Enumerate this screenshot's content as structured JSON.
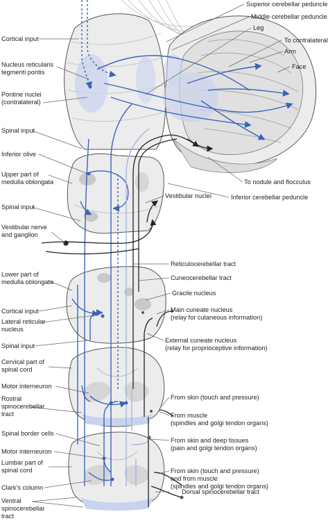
{
  "colors": {
    "tissue": "#ececec",
    "tissue_dark": "#c9c9c9",
    "outline": "#555555",
    "pathway_blue": "#3b63b8",
    "pathway_light": "#9fb3df",
    "pathway_black": "#222222",
    "shade_blue": "#c9d3ee"
  },
  "labels_left": [
    {
      "id": "cortical-input-top",
      "lines": [
        "Cortical input"
      ]
    },
    {
      "id": "nucleus-reticularis",
      "lines": [
        "Nucleus reticularis",
        "tegmenti pontis"
      ]
    },
    {
      "id": "pontine-nuclei",
      "lines": [
        "Pontine nuclei",
        "(contralateral)"
      ]
    },
    {
      "id": "spinal-input-1",
      "lines": [
        "Spinal input"
      ]
    },
    {
      "id": "inferior-olive",
      "lines": [
        "Inferior olive"
      ]
    },
    {
      "id": "upper-medulla",
      "lines": [
        "Upper part of",
        "medulla oblongata"
      ]
    },
    {
      "id": "spinal-input-2",
      "lines": [
        "Spinal input"
      ]
    },
    {
      "id": "vestibular-nerve",
      "lines": [
        "Vestibular nerve",
        "and ganglion"
      ]
    },
    {
      "id": "lower-medulla",
      "lines": [
        "Lower part of",
        "medulla oblongata"
      ]
    },
    {
      "id": "cortical-input-2",
      "lines": [
        "Cortical input"
      ]
    },
    {
      "id": "lateral-reticular",
      "lines": [
        "Lateral reticular",
        "nucleus"
      ]
    },
    {
      "id": "spinal-input-3",
      "lines": [
        "Spinal input"
      ]
    },
    {
      "id": "cervical-cord",
      "lines": [
        "Cervical part of",
        "spinal cord"
      ]
    },
    {
      "id": "motor-interneuron-1",
      "lines": [
        "Motor interneuron"
      ]
    },
    {
      "id": "rostral-spinocerebellar",
      "lines": [
        "Rostral",
        "spinocerebellar",
        "tract"
      ]
    },
    {
      "id": "spinal-border-cells",
      "lines": [
        "Spinal border cells"
      ]
    },
    {
      "id": "motor-interneuron-2",
      "lines": [
        "Motor interneuron"
      ]
    },
    {
      "id": "lumbar-cord",
      "lines": [
        "Lumbar part of",
        "spinal cord"
      ]
    },
    {
      "id": "clarks-column",
      "lines": [
        "Clark’s column"
      ]
    },
    {
      "id": "ventral-spinocerebellar",
      "lines": [
        "Ventral",
        "spinocerebellar",
        "tract"
      ]
    }
  ],
  "labels_right": [
    {
      "id": "superior-peduncle",
      "lines": [
        "Superior cerebellar peduncle"
      ]
    },
    {
      "id": "middle-peduncle",
      "lines": [
        "Middle cerebellar peduncle"
      ]
    },
    {
      "id": "leg",
      "lines": [
        "Leg"
      ]
    },
    {
      "id": "to-contralateral",
      "lines": [
        "To contralateral"
      ]
    },
    {
      "id": "arm",
      "lines": [
        "Arm"
      ]
    },
    {
      "id": "face",
      "lines": [
        "Face"
      ]
    },
    {
      "id": "to-nodule",
      "lines": [
        "To nodule and flocculus"
      ]
    },
    {
      "id": "vestibular-nuclei",
      "lines": [
        "Vestibular nuclei"
      ]
    },
    {
      "id": "inferior-peduncle",
      "lines": [
        "Inferior cerebellar peduncle"
      ]
    },
    {
      "id": "reticulocerebellar",
      "lines": [
        "Reticulocerebellar tract"
      ]
    },
    {
      "id": "cuneocerebellar",
      "lines": [
        "Cuneocerebellar tract"
      ]
    },
    {
      "id": "gracile",
      "lines": [
        "Gracile nucleus"
      ]
    },
    {
      "id": "main-cuneate",
      "lines": [
        "Main cuneate nucleus",
        "(relay for cutaneous information)"
      ]
    },
    {
      "id": "external-cuneate",
      "lines": [
        "External cuneate nucleus",
        "(relay for proprioceptive information)"
      ]
    },
    {
      "id": "from-skin-1",
      "lines": [
        "From skin (touch and pressure)"
      ]
    },
    {
      "id": "from-muscle",
      "lines": [
        "From muscle",
        "(spindles and golgi tendon organs)"
      ]
    },
    {
      "id": "from-skin-deep",
      "lines": [
        "From skin and deep tissues",
        "(pain and golgi tendon organs)"
      ]
    },
    {
      "id": "from-skin-muscle",
      "lines": [
        "From skin (touch and pressure)",
        "and from muscle",
        "(spindles and golgi tendon organs)"
      ]
    },
    {
      "id": "dorsal-spinocerebellar",
      "lines": [
        "Dorsal spinocerebellar tract"
      ]
    }
  ]
}
